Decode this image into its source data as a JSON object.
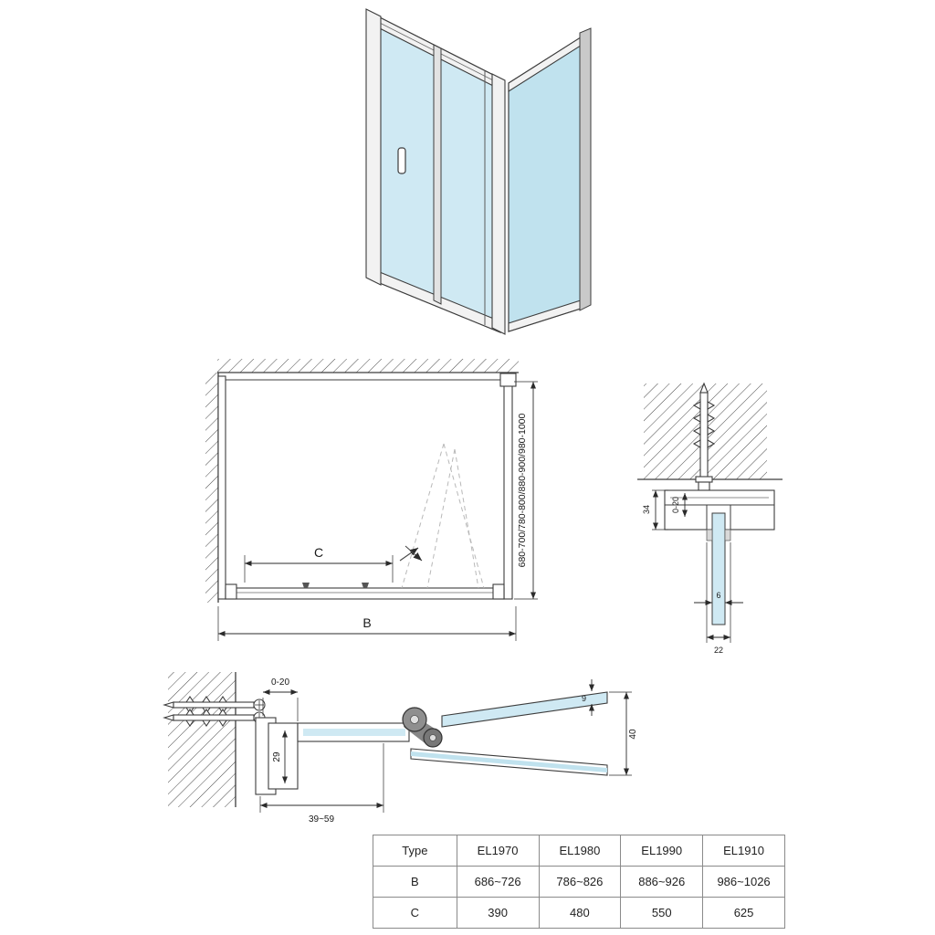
{
  "front_view": {
    "dim_c_label": "C",
    "dim_b_label": "B",
    "dim_height_range": "680-700/780-800/880-900/980-1000"
  },
  "top_section": {
    "dim_adjustment": "0-20",
    "dim_profile_height": "34",
    "dim_glass_thickness": "6",
    "dim_profile_width": "22"
  },
  "plan_section": {
    "dim_adjustment": "0-20",
    "dim_profile_depth": "29",
    "dim_entry_range": "39~59",
    "dim_total_depth": "40",
    "dim_glass_thickness": "9"
  },
  "table": {
    "headers": [
      "Type",
      "EL1970",
      "EL1980",
      "EL1990",
      "EL1910"
    ],
    "rows": [
      {
        "label": "B",
        "values": [
          "686~726",
          "786~826",
          "886~926",
          "986~1026"
        ]
      },
      {
        "label": "C",
        "values": [
          "390",
          "480",
          "550",
          "625"
        ]
      }
    ]
  },
  "colors": {
    "glass": "#cfe9f3",
    "glass_side": "#c0e2ee",
    "line": "#3d3d3d"
  }
}
